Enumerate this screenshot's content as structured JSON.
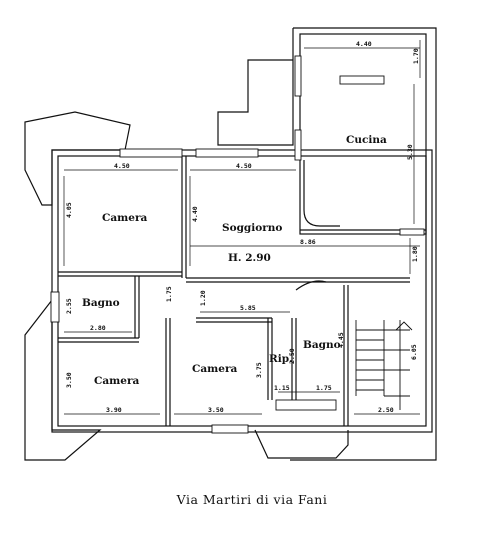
{
  "rooms": {
    "cucina": "Cucina",
    "soggiorno": "Soggiorno",
    "camera_top": "Camera",
    "bagno_left": "Bagno",
    "camera_bl": "Camera",
    "camera_bm": "Camera",
    "rip": "Rip.",
    "bagno_right": "Bagno"
  },
  "height_label": "H.   2.90",
  "dimensions": {
    "d440": "4.40",
    "d170": "1.70",
    "d530": "5.30",
    "d450a": "4.50",
    "d450b": "4.50",
    "d405": "4.05",
    "d440v": "4.40",
    "d886": "8.86",
    "d180": "1.80",
    "d175": "1.75",
    "d120": "1.20",
    "d585": "5.85",
    "d255": "2.55",
    "d280": "2.80",
    "d350v": "3.50",
    "d390": "3.90",
    "d350": "3.50",
    "d375": "3.75",
    "d250a": "2.50",
    "d115": "1.15",
    "d175b": "1.75",
    "d445": "4.45",
    "d605": "6.05",
    "d250b": "2.50"
  },
  "caption": "Via Martiri di via Fani"
}
